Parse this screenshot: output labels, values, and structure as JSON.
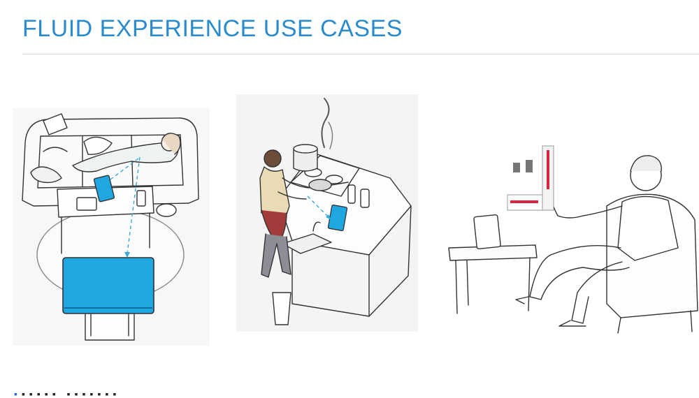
{
  "slide": {
    "title": "FLUID EXPERIENCE USE CASES"
  },
  "colors": {
    "accent": "#2b8ccd",
    "screen_blue": "#1ea7e1",
    "arrow_blue": "#3aa9dc",
    "ui_red": "#d7263d"
  },
  "illustrations": [
    {
      "scene": "living-room"
    },
    {
      "scene": "kitchen"
    },
    {
      "scene": "gesture-control"
    }
  ]
}
